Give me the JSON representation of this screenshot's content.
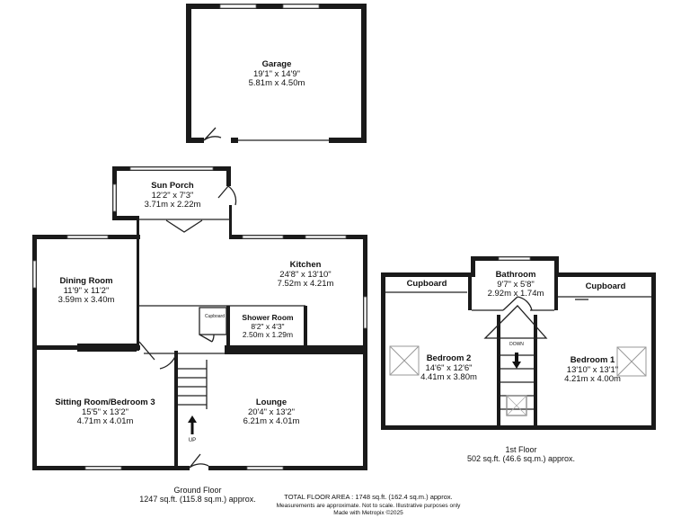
{
  "rooms": {
    "garage": {
      "name": "Garage",
      "imperial": "19'1\" x 14'9\"",
      "metric": "5.81m x 4.50m"
    },
    "sun_porch": {
      "name": "Sun Porch",
      "imperial": "12'2\" x 7'3\"",
      "metric": "3.71m x 2.22m"
    },
    "dining": {
      "name": "Dining Room",
      "imperial": "11'9\" x 11'2\"",
      "metric": "3.59m x 3.40m"
    },
    "kitchen": {
      "name": "Kitchen",
      "imperial": "24'8\" x 13'10\"",
      "metric": "7.52m x 4.21m"
    },
    "shower": {
      "name": "Shower Room",
      "imperial": "8'2\" x 4'3\"",
      "metric": "2.50m x 1.29m"
    },
    "cupboard_ground": {
      "name": "Cupboard"
    },
    "sitting": {
      "name": "Sitting Room/Bedroom 3",
      "imperial": "15'5\" x 13'2\"",
      "metric": "4.71m x 4.01m"
    },
    "lounge": {
      "name": "Lounge",
      "imperial": "20'4\" x 13'2\"",
      "metric": "6.21m x 4.01m"
    },
    "bathroom": {
      "name": "Bathroom",
      "imperial": "9'7\" x 5'8\"",
      "metric": "2.92m x 1.74m"
    },
    "cupboard_left": {
      "name": "Cupboard"
    },
    "cupboard_right": {
      "name": "Cupboard"
    },
    "bedroom2": {
      "name": "Bedroom 2",
      "imperial": "14'6\" x 12'6\"",
      "metric": "4.41m x 3.80m"
    },
    "bedroom1": {
      "name": "Bedroom 1",
      "imperial": "13'10\" x 13'1\"",
      "metric": "4.21m x 4.00m"
    }
  },
  "stairs": {
    "up": "UP",
    "down": "DOWN"
  },
  "floors": {
    "ground": {
      "name": "Ground Floor",
      "area": "1247 sq.ft. (115.8 sq.m.) approx."
    },
    "first": {
      "name": "1st Floor",
      "area": "502 sq.ft. (46.6 sq.m.) approx."
    }
  },
  "footer": {
    "total": "TOTAL FLOOR AREA : 1748 sq.ft. (162.4 sq.m.) approx.",
    "disclaimer": "Measurements are approximate.  Not to scale.  Illustrative purposes only",
    "credit": "Made with Metropix ©2025"
  }
}
